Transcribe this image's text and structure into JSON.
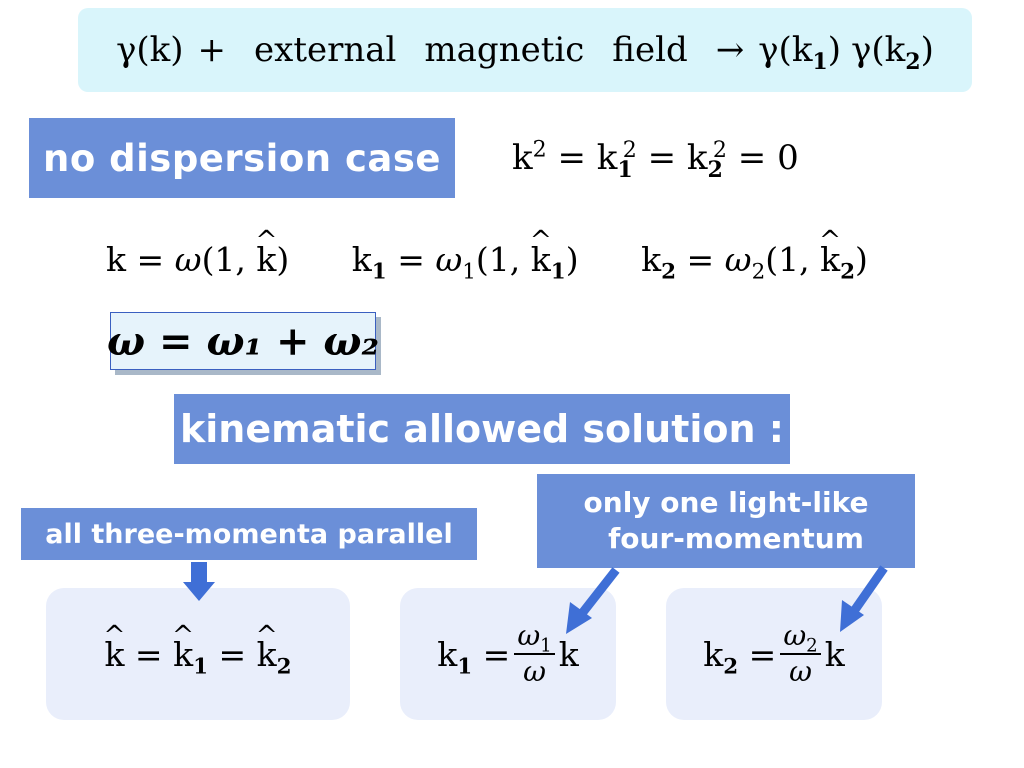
{
  "header": {
    "gamma_k": "γ(k)",
    "plus": "+",
    "external": "external",
    "magnetic": "magnetic",
    "field": "field",
    "arrow": "→",
    "gamma_k1": "γ(k",
    "sub1": "1",
    "close1": ")",
    "gamma_k2": "γ(k",
    "sub2": "2",
    "close2": ")"
  },
  "no_dispersion_label": "no dispersion case",
  "kinematic_label": "kinematic allowed solution :",
  "parallel_label": "all three-momenta parallel",
  "light_like_label": {
    "line1": "only one light-like",
    "line2": "four-momentum"
  },
  "omega_sum": "ω = ω₁ + ω₂",
  "colors": {
    "label_bg": "#6b8fd8",
    "header_bg": "#d9f5fb",
    "result_bg": "#e9eefb",
    "arrow": "#3f6fd6"
  },
  "icons": [
    "down-arrow-icon",
    "diagonal-arrow-icon"
  ]
}
